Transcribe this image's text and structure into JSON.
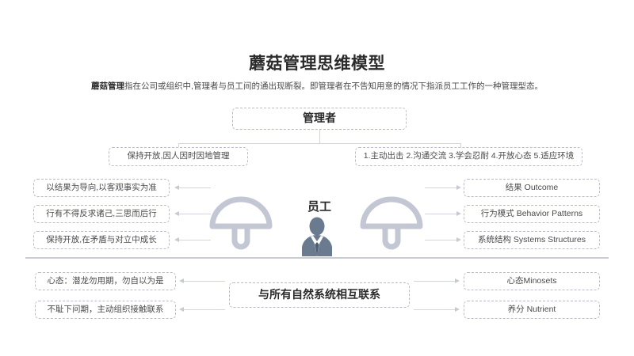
{
  "header": {
    "title": "蘑菇管理思维模型",
    "subtitle_lead": "蘑菇管理",
    "subtitle_rest": "指在公司或组织中,管理者与员工间的通出现断裂。即管理者在不告知用意的情况下指派员工工作的一种管理型态。"
  },
  "top": {
    "manager": "管理者",
    "manager_left_note": "保持开放,因人因时因地管理",
    "manager_right_note": "1.主动出击 2.沟通交流 3.学会忍耐 4.开放心态 5.适应环境"
  },
  "center": {
    "employee_label": "员工",
    "person_icon": "businessman-icon",
    "mushroom_left_icon": "mushroom-icon",
    "mushroom_right_icon": "mushroom-icon"
  },
  "left_column": [
    {
      "text": "以结果为导向,以客观事实为准"
    },
    {
      "text": "行有不得反求诸己,三思而后行"
    },
    {
      "text": "保持开放,在矛盾与对立中成长"
    }
  ],
  "right_column": [
    {
      "text": "结果 Outcome"
    },
    {
      "text": "行为模式 Behavior Patterns"
    },
    {
      "text": "系统结构 Systems Structures"
    }
  ],
  "bottom": {
    "center_box": "与所有自然系统相互联系",
    "left_items": [
      {
        "text": "心态：潜龙勿用期，勿自以为是"
      },
      {
        "text": "不耻下问期，主动组织接触联系"
      }
    ],
    "right_items": [
      {
        "text": "心态Minosets"
      },
      {
        "text": "养分 Nutrient"
      }
    ]
  },
  "colors": {
    "background": "#ffffff",
    "text_primary": "#2b2b2b",
    "text_secondary": "#4a4a4a",
    "box_border": "#b9bcc4",
    "connector": "#d2d5dc",
    "divider": "#c9ccd3",
    "mushroom": "#c3c7d3",
    "person": "#6b7b8f"
  }
}
